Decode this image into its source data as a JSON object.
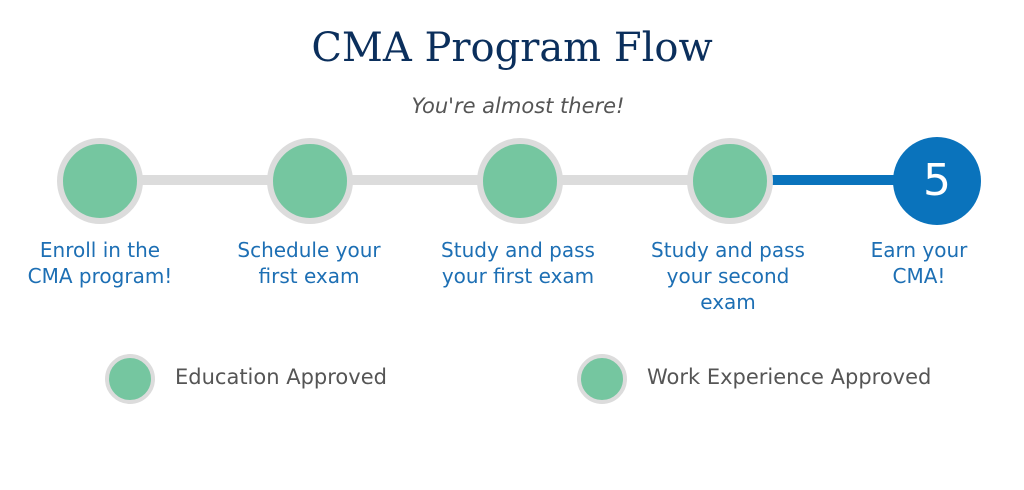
{
  "title": "CMA Program Flow",
  "subtitle": "You're almost there!",
  "colors": {
    "title": "#0b2f5c",
    "completed_fill": "#75c6a0",
    "completed_ring": "#dcdcdc",
    "active_blue": "#0a73bc",
    "label_blue": "#1d6fb4",
    "legend_text": "#555555"
  },
  "steps": [
    {
      "label_lines": [
        "Enroll in the",
        "CMA program!"
      ],
      "status": "completed"
    },
    {
      "label_lines": [
        "Schedule your",
        "first exam"
      ],
      "status": "completed"
    },
    {
      "label_lines": [
        "Study and pass",
        "your first exam"
      ],
      "status": "completed"
    },
    {
      "label_lines": [
        "Study and pass",
        "your second",
        "exam"
      ],
      "status": "completed"
    },
    {
      "number": "5",
      "label_lines": [
        "Earn your",
        "CMA!"
      ],
      "status": "current"
    }
  ],
  "legend": [
    {
      "label": "Education Approved"
    },
    {
      "label": "Work Experience Approved"
    }
  ]
}
